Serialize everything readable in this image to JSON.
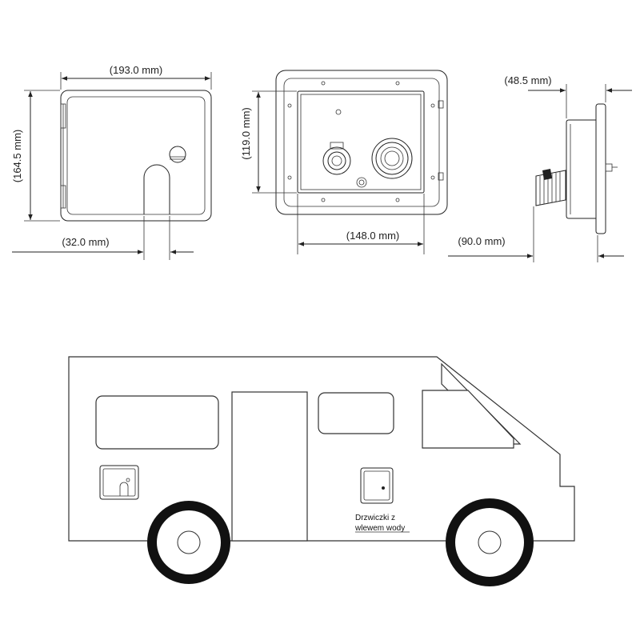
{
  "dimensions": {
    "front_width": "(193.0 mm)",
    "front_height": "(164.5 mm)",
    "slot_width": "(32.0 mm)",
    "inner_height": "(119.0 mm)",
    "inner_width": "(148.0 mm)",
    "side_depth": "(48.5 mm)",
    "side_total": "(90.0 mm)"
  },
  "van_label": {
    "line1": "Drzwiczki z",
    "line2": "wlewem wody"
  },
  "colors": {
    "line": "#222222",
    "wheel": "#111111",
    "background": "#ffffff"
  }
}
